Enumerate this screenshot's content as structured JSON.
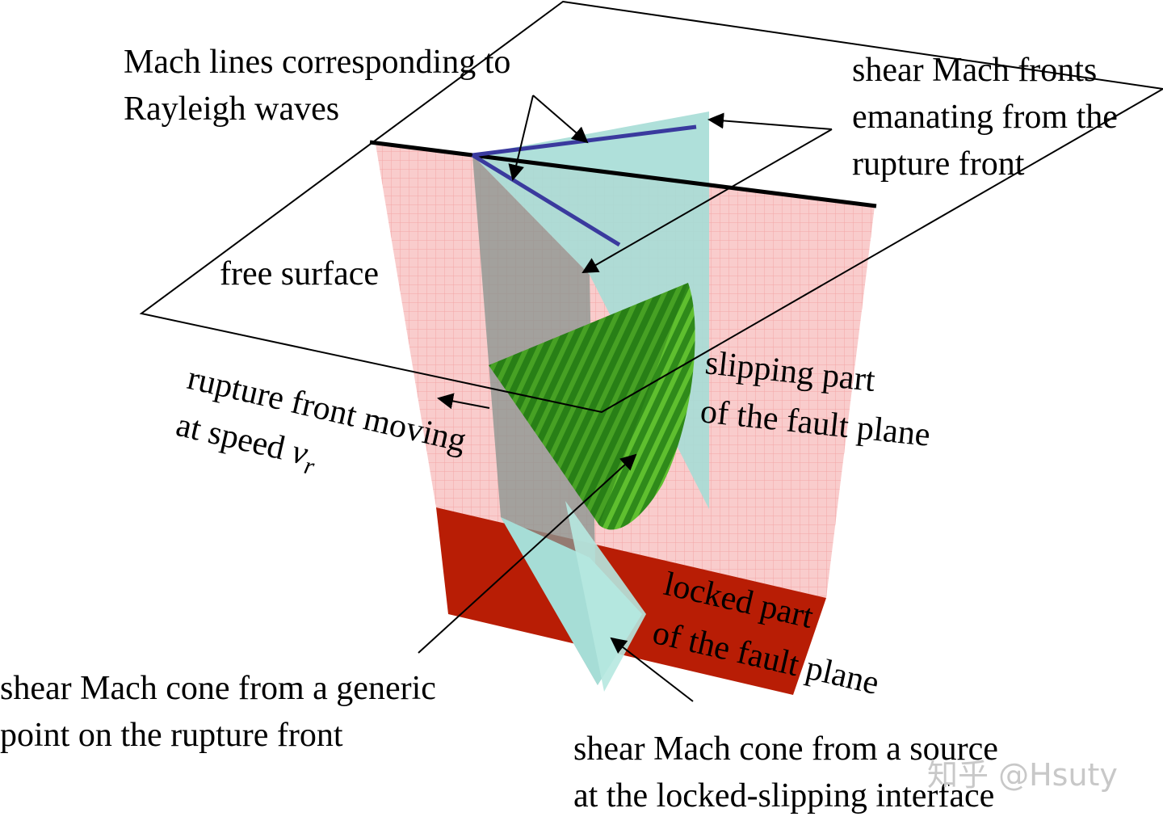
{
  "labels": {
    "mach_lines_1": "Mach lines corresponding to",
    "mach_lines_2": "Rayleigh waves",
    "shear_fronts_1": "shear Mach fronts",
    "shear_fronts_2": "emanating from the",
    "shear_fronts_3": "rupture front",
    "free_surface": "free surface",
    "rupture_front_1": "rupture front moving",
    "rupture_front_2": "at speed ",
    "rupture_front_speed_symbol": "v",
    "rupture_front_speed_subscript": "r",
    "slipping_1": "slipping part",
    "slipping_2": "of the fault plane",
    "locked_1": "locked part",
    "locked_2": "of the fault plane",
    "generic_cone_1": "shear Mach cone from a generic",
    "generic_cone_2": "point on the rupture front",
    "source_cone_1": "shear Mach cone from a source",
    "source_cone_2": "at the locked-slipping interface"
  },
  "watermark": "知乎 @Hsuty",
  "colors": {
    "fault_plane_upper": "#f9cccc",
    "fault_grid": "#f2a6a6",
    "fault_plane_locked": "#b81d05",
    "mach_front_teal": "#a6ddd6",
    "mach_front_gray": "#8a9590",
    "cone_green": "#2f8a1a",
    "cone_green_light": "#5fbf2f",
    "rayleigh_lines": "#3a3a9e",
    "surface_trace": "#000000"
  }
}
